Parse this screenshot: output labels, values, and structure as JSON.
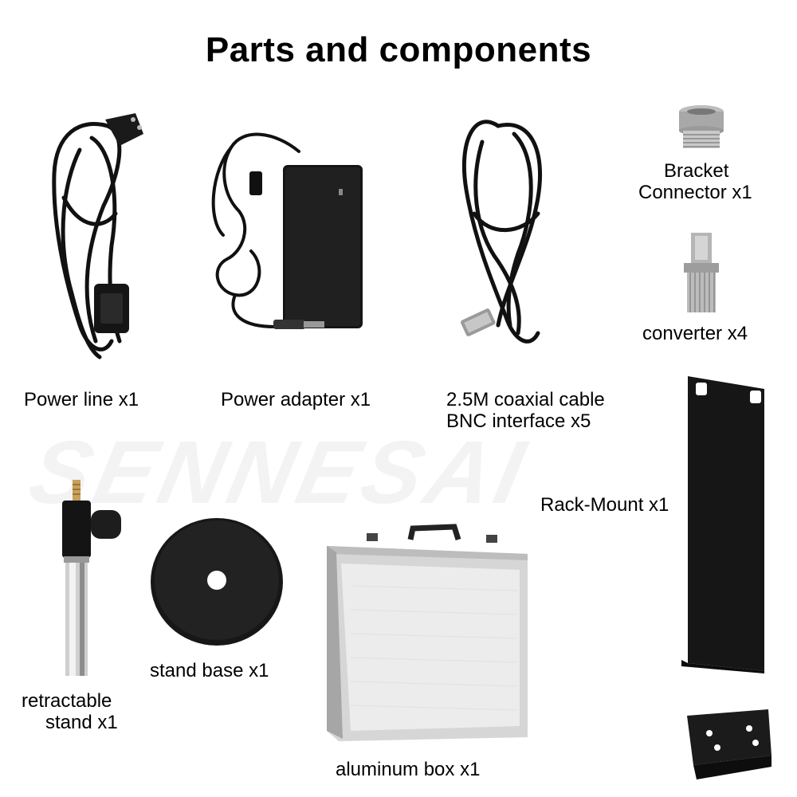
{
  "title": "Parts and components",
  "watermark": "SENNESAI",
  "items": {
    "power_line": {
      "label": "Power line x1",
      "icon": "power-cord-icon"
    },
    "power_adapter": {
      "label": "Power adapter x1",
      "icon": "power-adapter-icon"
    },
    "coaxial_cable": {
      "label_line1": "2.5M coaxial cable",
      "label_line2": "BNC interface x5",
      "icon": "coaxial-cable-icon"
    },
    "bracket_connector": {
      "label_line1": "Bracket",
      "label_line2": "Connector x1",
      "icon": "bracket-connector-icon"
    },
    "converter": {
      "label": "converter x4",
      "icon": "bnc-converter-icon"
    },
    "rack_mount": {
      "label": "Rack-Mount x1",
      "icon": "rack-mount-icon"
    },
    "retractable_stand": {
      "label_line1": "retractable",
      "label_line2": "stand x1",
      "icon": "stand-rod-icon"
    },
    "stand_base": {
      "label": "stand base x1",
      "icon": "stand-base-icon"
    },
    "aluminum_box": {
      "label": "aluminum box x1",
      "icon": "aluminum-case-icon"
    }
  }
}
